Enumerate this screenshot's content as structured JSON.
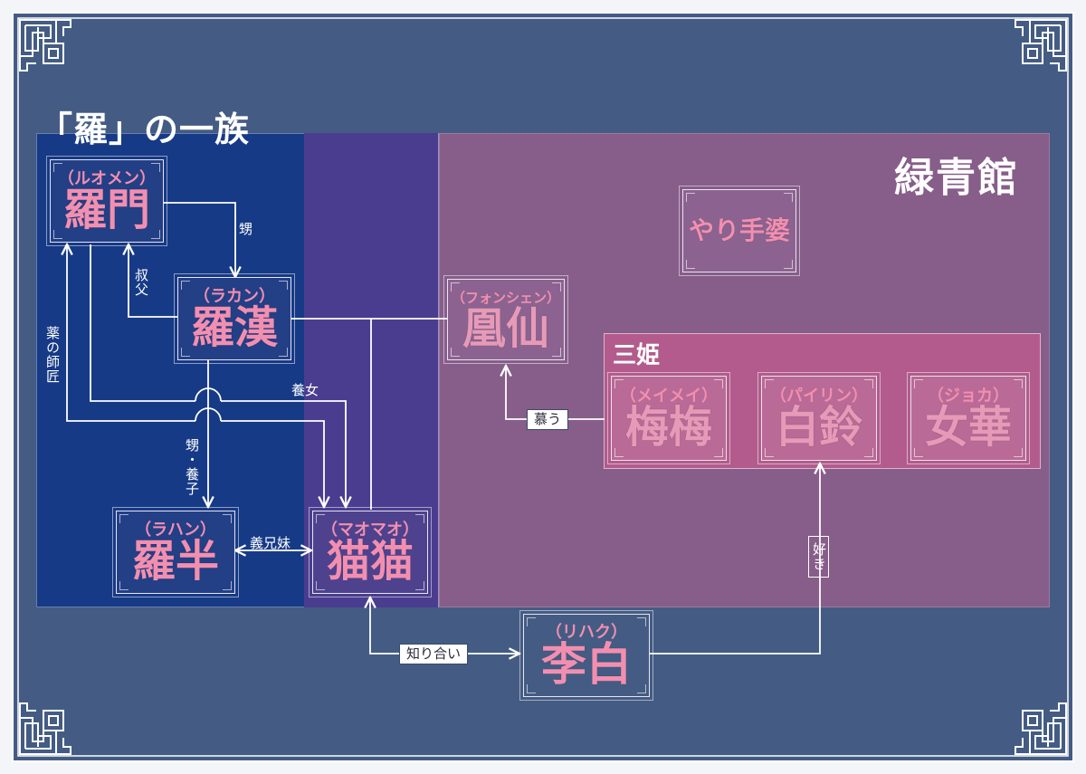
{
  "titles": {
    "family": "「羅」の一族",
    "ryokusei": "緑青館",
    "sanki": "三姫"
  },
  "characters": {
    "luomen": {
      "reading": "（ルオメン）",
      "name": "羅門"
    },
    "lakan": {
      "reading": "（ラカン）",
      "name": "羅漢"
    },
    "lahan": {
      "reading": "（ラハン）",
      "name": "羅半"
    },
    "maomao": {
      "reading": "（マオマオ）",
      "name": "猫猫"
    },
    "yaritebaba": {
      "reading": "",
      "name": "やり手婆"
    },
    "fengxian": {
      "reading": "（フォンシェン）",
      "name": "凰仙"
    },
    "meimei": {
      "reading": "（メイメイ）",
      "name": "梅梅"
    },
    "pairin": {
      "reading": "（パイリン）",
      "name": "白鈴"
    },
    "joka": {
      "reading": "（ジョカ）",
      "name": "女華"
    },
    "lihaku": {
      "reading": "（リハク）",
      "name": "李白"
    }
  },
  "relations": {
    "oi": "甥",
    "oji": "叔父",
    "kusushi_shisho": "薬の師匠",
    "youjo": "養女",
    "oi_youshi": "甥・養子",
    "gikyoumai": "義兄妹",
    "shitau": "慕う",
    "suki": "好き",
    "shiriai": "知り合い"
  },
  "colors": {
    "frame": "#445c84",
    "family_region": "#163a86",
    "overlap_region": "#4a3d8f",
    "ryokusei_region": "#875d8a",
    "sanki_region": "#b35b8c",
    "name_pink": "#f28fb0",
    "line": "#ffffff"
  }
}
